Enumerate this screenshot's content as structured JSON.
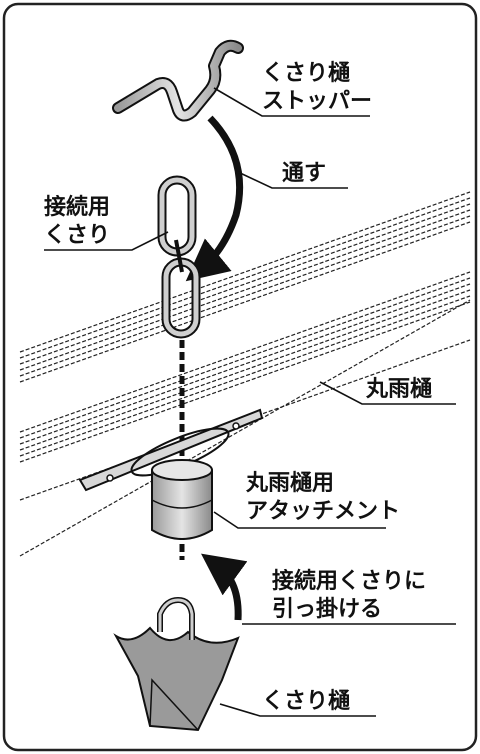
{
  "labels": {
    "stopper_line1": "くさり樋",
    "stopper_line2": "ストッパー",
    "pass_through": "通す",
    "link_line1": "接続用",
    "link_line2": "くさり",
    "gutter": "丸雨樋",
    "attachment_line1": "丸雨樋用",
    "attachment_line2": "アタッチメント",
    "hook_line1": "接続用くさりに",
    "hook_line2": "引っ掛ける",
    "chain_gutter": "くさり樋"
  },
  "colors": {
    "stroke": "#111111",
    "metal_light": "#d6d6d6",
    "metal_dark": "#8a8a8a",
    "frame": "#222222"
  }
}
